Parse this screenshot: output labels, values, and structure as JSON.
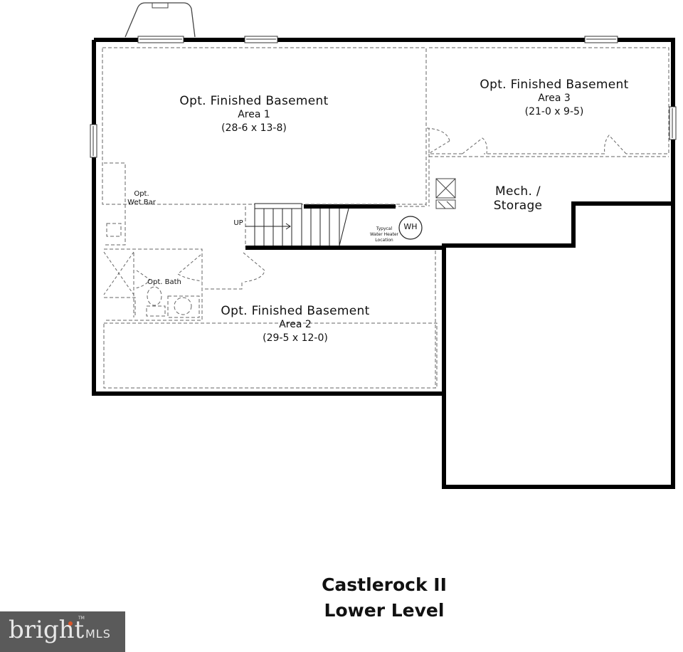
{
  "plan": {
    "title": "Castlerock II",
    "subtitle": "Lower Level",
    "wall_color": "#000000",
    "dash_color": "#666666"
  },
  "rooms": {
    "area1": {
      "name": "Opt. Finished Basement",
      "area": "Area 1",
      "dims": "(28-6 x 13-8)"
    },
    "area2": {
      "name": "Opt. Finished Basement",
      "area": "Area 2",
      "dims": "(29-5 x 12-0)"
    },
    "area3": {
      "name": "Opt. Finished Basement",
      "area": "Area 3",
      "dims": "(21-0 x 9-5)"
    },
    "mech": {
      "line1": "Mech. /",
      "line2": "Storage"
    },
    "wetbar": {
      "line1": "Opt.",
      "line2": "Wet Bar"
    },
    "bath": {
      "name": "Opt. Bath"
    }
  },
  "fixtures": {
    "stairs_label": "UP",
    "water_heater": "WH",
    "water_heater_note": [
      "Typycal",
      "Water Heater",
      "Location"
    ]
  },
  "logo": {
    "brand": "bright",
    "suffix": "MLS",
    "tm": "TM",
    "accent": "#d9562b"
  }
}
